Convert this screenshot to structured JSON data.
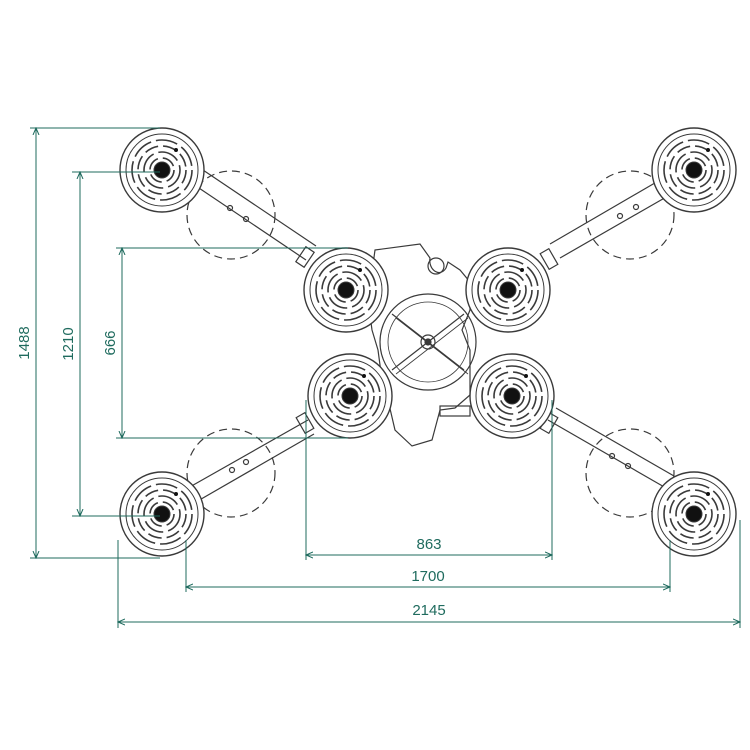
{
  "drawing": {
    "dimensions": {
      "overall_height": "1488",
      "outer_pad_spacing_vertical": "1210",
      "inner_pad_spacing_vertical": "666",
      "inner_pad_spacing_horizontal": "863",
      "outer_pad_spacing_horizontal": "1700",
      "overall_width": "2145"
    },
    "colors": {
      "dimension_line": "#1f6b5e",
      "outline": "#3a3a3a",
      "pad_fill": "#ffffff",
      "pad_center": "#111111",
      "reach_circle": "#3a3a3a"
    }
  }
}
